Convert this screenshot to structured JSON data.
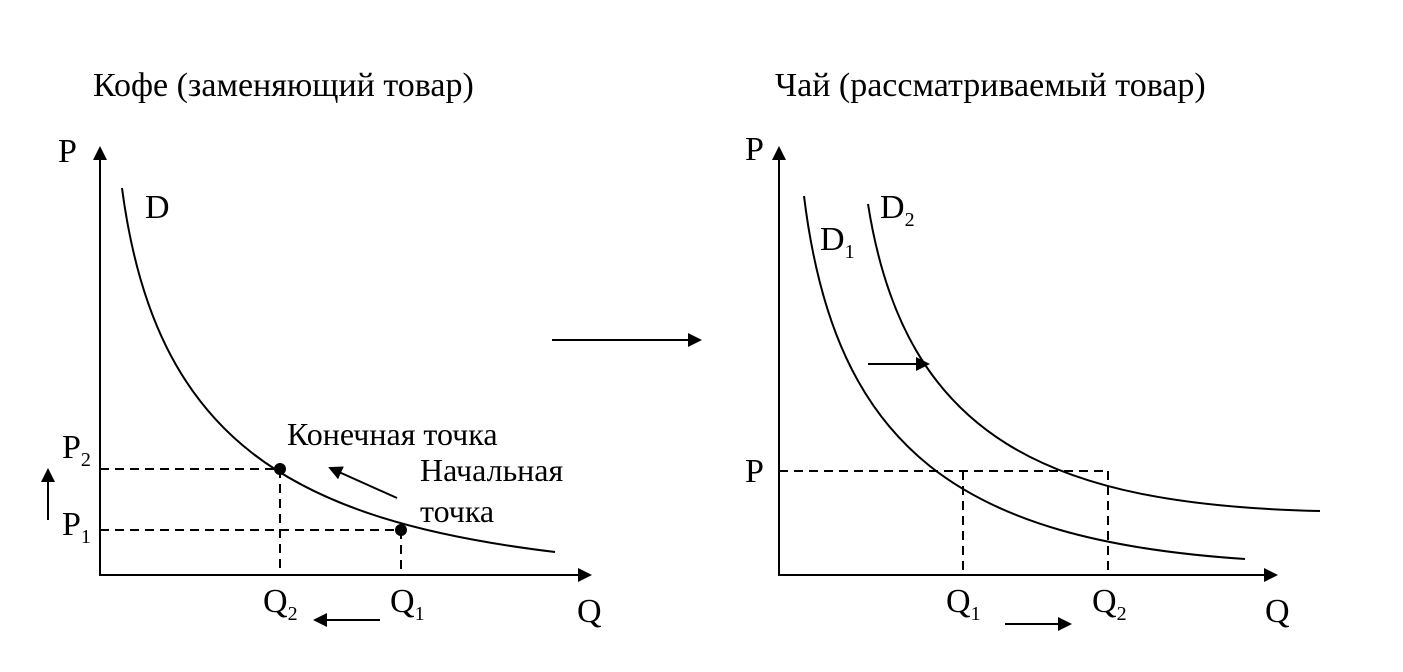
{
  "left": {
    "title": "Кофе (заменяющий товар)",
    "axis_p": "P",
    "axis_q": "Q",
    "curve_label": "D",
    "p2": {
      "main": "P",
      "sub": "2"
    },
    "p1": {
      "main": "P",
      "sub": "1"
    },
    "q2": {
      "main": "Q",
      "sub": "2"
    },
    "q1": {
      "main": "Q",
      "sub": "1"
    },
    "end_point_label": "Конечная точка",
    "start_point_label_line1": "Начальная",
    "start_point_label_line2": "точка"
  },
  "right": {
    "title": "Чай (рассматриваемый товар)",
    "axis_p": "P",
    "axis_q": "Q",
    "d1": {
      "main": "D",
      "sub": "1"
    },
    "d2": {
      "main": "D",
      "sub": "2"
    },
    "price": "P",
    "q1": {
      "main": "Q",
      "sub": "1"
    },
    "q2": {
      "main": "Q",
      "sub": "2"
    }
  }
}
